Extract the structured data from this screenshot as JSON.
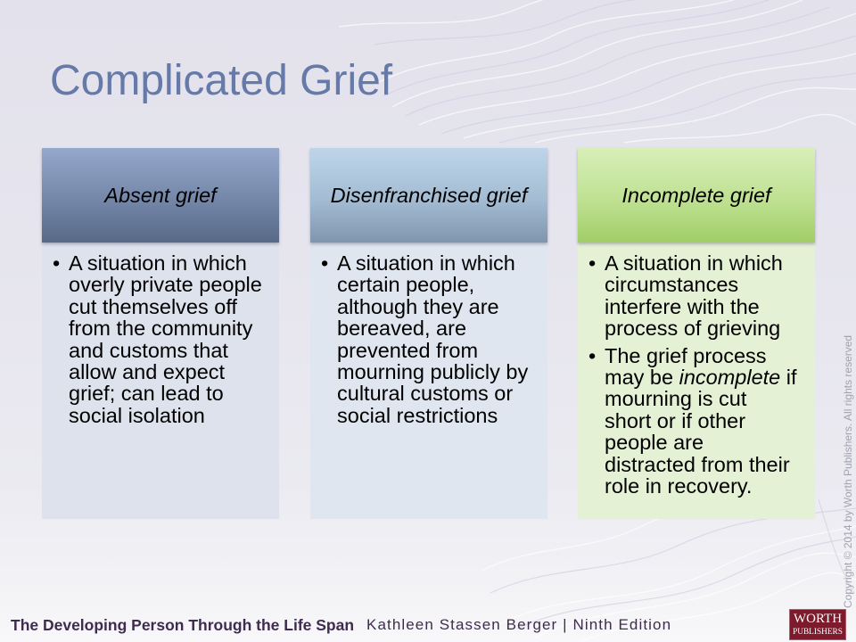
{
  "slide": {
    "title": "Complicated Grief",
    "columns": [
      {
        "header": "Absent grief",
        "colors": {
          "header_top": "#95a8cb",
          "header_mid": "#7487a9",
          "header_bottom": "#586988",
          "body": "#dee2ed"
        },
        "bullets": [
          {
            "lines": [
              "A situation in which",
              "overly private people",
              "cut themselves off",
              "from the community",
              "and customs that",
              "allow and expect",
              "grief; can lead to",
              "social isolation"
            ]
          }
        ]
      },
      {
        "header": "Disenfranchised grief",
        "colors": {
          "header_top": "#bed5e9",
          "header_mid": "#a3bcd3",
          "header_bottom": "#7f95ad",
          "body": "#dfe6ef"
        },
        "bullets": [
          {
            "lines": [
              "A situation in which",
              "certain people,",
              "although they are",
              "bereaved, are",
              "prevented from",
              "mourning publicly by",
              "cultural customs or",
              "social restrictions"
            ]
          }
        ]
      },
      {
        "header": "Incomplete grief",
        "colors": {
          "header_top": "#d8efb9",
          "header_mid": "#bfe192",
          "header_bottom": "#a0cd67",
          "body": "#e5f1d5"
        },
        "bullets": [
          {
            "lines": [
              "A situation in which",
              "circumstances",
              "interfere with the",
              "process of grieving"
            ]
          },
          {
            "lines": [
              "The grief process",
              [
                "may be ",
                "incomplete",
                " if"
              ],
              "mourning is cut",
              "short or if other",
              "people are",
              "distracted from their",
              "role in recovery."
            ]
          }
        ]
      }
    ],
    "copyright": "Copyright © 2014 by Worth Publishers. All rights reserved"
  },
  "footer": {
    "book_title": "The Developing Person Through the Life Span",
    "author_edition": "Kathleen Stassen Berger | Ninth Edition"
  },
  "logo": {
    "line1": "WORTH",
    "line2": "PUBLISHERS"
  },
  "theme": {
    "title_color": "#667aa9",
    "footer_color": "#3f2b4f",
    "logo_bg": "#7d1b2c",
    "copyright_color": "#a2a1af"
  }
}
